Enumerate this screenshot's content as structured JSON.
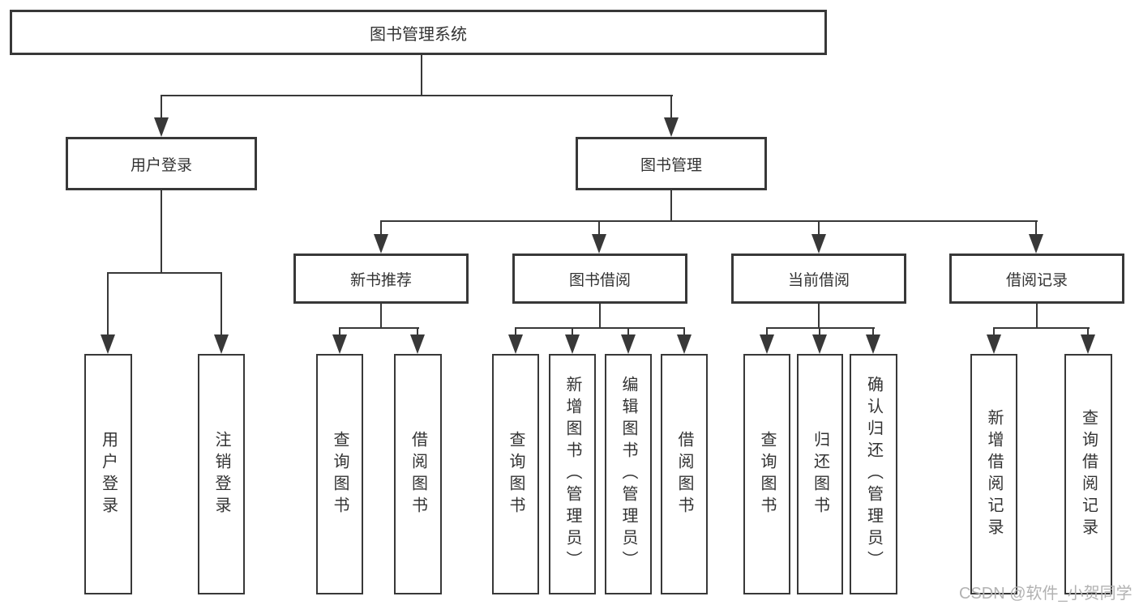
{
  "diagram": {
    "type": "hierarchy-flowchart",
    "root": {
      "label": "图书管理系统"
    },
    "branches": [
      {
        "label": "用户登录",
        "children": [
          {
            "label": "用户登录"
          },
          {
            "label": "注销登录"
          }
        ]
      },
      {
        "label": "图书管理",
        "children": [
          {
            "label": "新书推荐",
            "children": [
              {
                "label": "查询图书"
              },
              {
                "label": "借阅图书"
              }
            ]
          },
          {
            "label": "图书借阅",
            "children": [
              {
                "label": "查询图书"
              },
              {
                "label": "新增图书（管理员）"
              },
              {
                "label": "编辑图书（管理员）"
              },
              {
                "label": "借阅图书"
              }
            ]
          },
          {
            "label": "当前借阅",
            "children": [
              {
                "label": "查询图书"
              },
              {
                "label": "归还图书"
              },
              {
                "label": "确认归还（管理员）"
              }
            ]
          },
          {
            "label": "借阅记录",
            "children": [
              {
                "label": "新增借阅记录"
              },
              {
                "label": "查询借阅记录"
              }
            ]
          }
        ]
      }
    ]
  },
  "watermark": {
    "text": "CSDN @软件_小贺同学"
  },
  "colors": {
    "line": "#383838",
    "text": "#333333",
    "canvas_bg": "#ffffff",
    "watermark": "#b2b2b2"
  }
}
